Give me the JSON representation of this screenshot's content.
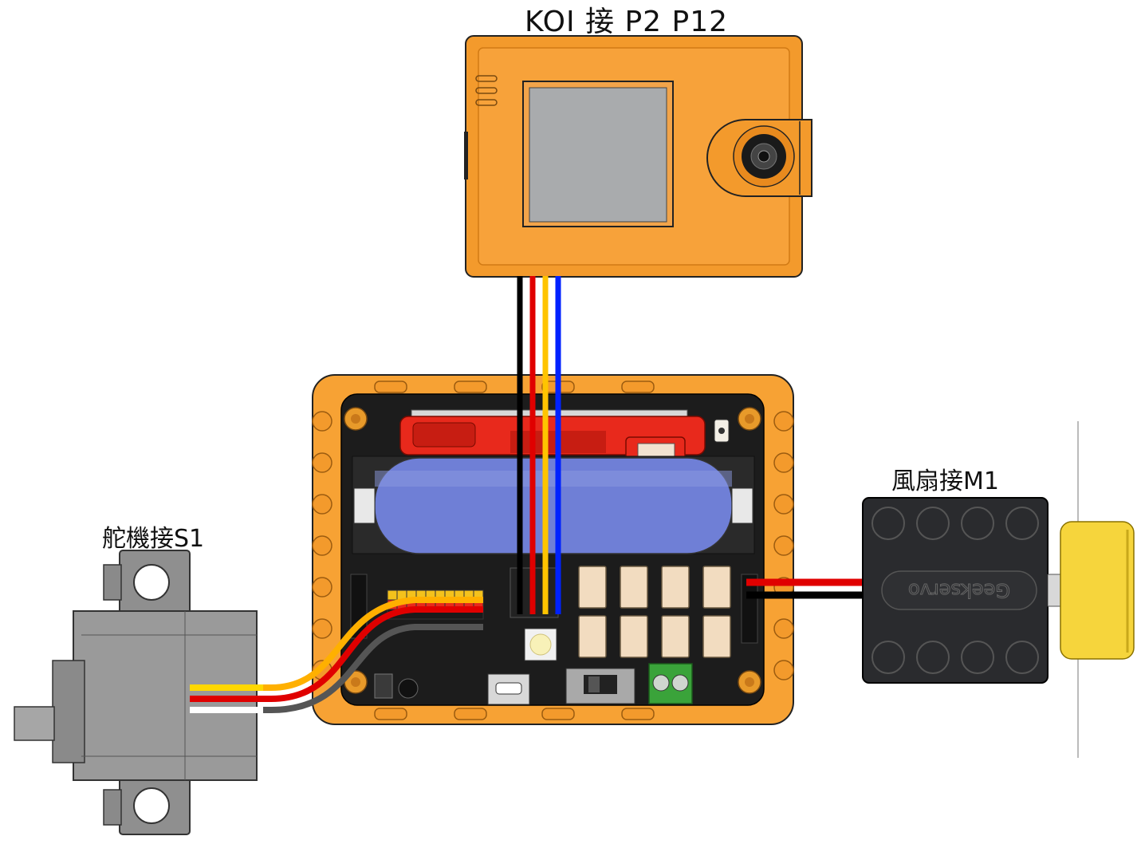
{
  "labels": {
    "koi": "KOI 接 P2 P12",
    "servo": "舵機接S1",
    "fan": "風扇接M1"
  },
  "fan_brand": "Geekservo",
  "colors": {
    "orange": "#f7a234",
    "orange_dark": "#d9801a",
    "board_black": "#1c1c1c",
    "battery_blue": "#6f7fd6",
    "red_part": "#e8291c",
    "wire_black": "#000000",
    "wire_red": "#e00000",
    "wire_yellow": "#ffc400",
    "wire_blue": "#0022ff",
    "servo_gray": "#8c8c8c",
    "fan_block": "#2a2b2e",
    "fan_yellow": "#f6d53c",
    "terminal_green": "#3aa33a",
    "screen_gray": "#a9abad"
  },
  "icons": [
    "camera-lens-icon",
    "led-icon",
    "usb-port-icon",
    "power-switch-icon"
  ]
}
